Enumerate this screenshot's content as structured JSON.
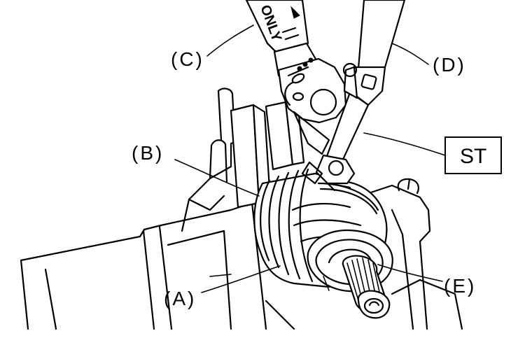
{
  "labels": {
    "a": "(A)",
    "b": "(B)",
    "c": "(C)",
    "d": "(D)",
    "e": "(E)",
    "st": "ST"
  },
  "tool_text": "ONLY"
}
